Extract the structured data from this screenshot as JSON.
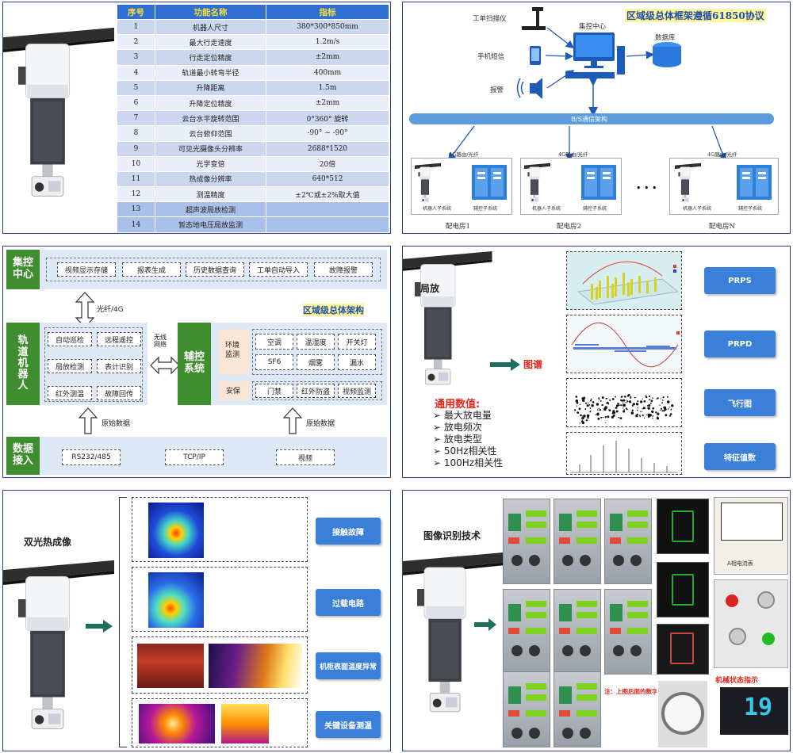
{
  "spec_table": {
    "headers": [
      "序号",
      "功能名称",
      "指标"
    ],
    "rows": [
      [
        "1",
        "机器人尺寸",
        "380*300*850mm"
      ],
      [
        "2",
        "最大行走速度",
        "1.2m/s"
      ],
      [
        "3",
        "行走定位精度",
        "±2mm"
      ],
      [
        "4",
        "轨道最小转弯半径",
        "400mm"
      ],
      [
        "5",
        "升降距离",
        "1.5m"
      ],
      [
        "6",
        "升降定位精度",
        "±2mm"
      ],
      [
        "7",
        "云台水平旋转范围",
        "0°360° 旋转"
      ],
      [
        "8",
        "云台俯仰范围",
        "-90° ~ -90°"
      ],
      [
        "9",
        "可见光摄像头分辨率",
        "2688*1520"
      ],
      [
        "10",
        "光学变倍",
        "20倍"
      ],
      [
        "11",
        "热成像分辨率",
        "640*512"
      ],
      [
        "12",
        "测温精度",
        "±2℃或±2%取大值"
      ],
      [
        "13",
        "超声波局放检测",
        ""
      ],
      [
        "14",
        "暂态地电压局放监测",
        ""
      ]
    ]
  },
  "network": {
    "title": "区域级总体框架遵循61850协议",
    "scanner": "工单扫描仪",
    "phone": "手机短信",
    "alarm": "报警",
    "center": "集控中心",
    "database": "数据库",
    "bus": "B/S通信架构",
    "router": "4G路由/光纤",
    "robot_sub": "机器人子系统",
    "aux_sub": "辅控子系统",
    "ellipsis": "• • •",
    "rooms": [
      "配电房1",
      "配电房2",
      "配电房N"
    ]
  },
  "architecture": {
    "title": "区域级总体架构",
    "control_center": "集控\n中心",
    "center_items": [
      "视频显示存储",
      "报表生成",
      "历史数据查询",
      "工单自动导入",
      "故障报警"
    ],
    "link_top": "光纤/4G",
    "robot_label": "轨\n道\n机\n器\n人",
    "robot_items": [
      "自动巡检",
      "远程遥控",
      "局放检测",
      "表计识别",
      "红外测温",
      "故障回传"
    ],
    "wireless": "无线\n网络",
    "aux_label": "辅控\n系统",
    "env_label": "环境\n监测",
    "env_items": [
      "空调",
      "温湿度",
      "开关灯",
      "SF6",
      "烟雾",
      "漏水"
    ],
    "security_label": "安保",
    "security_items": [
      "门禁",
      "红外防盗",
      "视频监测"
    ],
    "raw_data": "原始数据",
    "data_label": "数据\n接入",
    "data_items": [
      "RS232/485",
      "TCP/IP",
      "视频"
    ]
  },
  "partial_discharge": {
    "label": "局放",
    "map_label": "图谱",
    "values_title": "通用数值:",
    "values": [
      "最大放电量",
      "放电频次",
      "放电类型",
      "50Hz相关性",
      "100Hz相关性"
    ],
    "buttons": [
      "PRPS",
      "PRPD",
      "飞行图",
      "特征值数"
    ]
  },
  "thermal": {
    "label": "双光热成像",
    "buttons": [
      "接触故障",
      "过载电路",
      "机柜表面温度异常",
      "关键设备测温"
    ]
  },
  "recognition": {
    "label": "图像识别技术",
    "note": "注：上图后面的数字是置信度",
    "mech_label": "机械状态指示",
    "digit": "19",
    "gauge_text": "A相电流表"
  }
}
